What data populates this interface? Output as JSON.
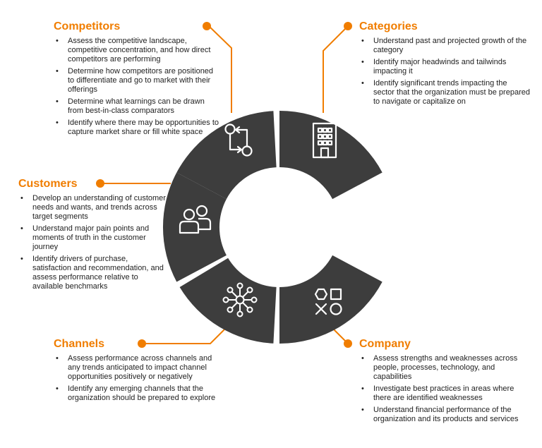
{
  "colors": {
    "accent": "#f07d00",
    "segment": "#3d3d3d",
    "icon": "#ffffff",
    "text": "#222222"
  },
  "sections": {
    "competitors": {
      "title": "Competitors",
      "icon": "flow-arrows-icon",
      "bullets": [
        "Assess the competitive landscape, competitive concentration, and how direct competitors are performing",
        "Determine how competitors are positioned to differentiate and go to market with their offerings",
        "Determine what learnings can be drawn from best-in-class comparators",
        "Identify where there may be opportunities to capture market share or fill white space"
      ]
    },
    "categories": {
      "title": "Categories",
      "icon": "office-building-icon",
      "bullets": [
        "Understand past and projected growth of the category",
        "Identify major headwinds and tailwinds impacting it",
        "Identify significant trends impacting the sector that the organization must be prepared to navigate or capitalize on"
      ]
    },
    "customers": {
      "title": "Customers",
      "icon": "people-icon",
      "bullets": [
        "Develop an understanding of customer needs and wants, and trends across target segments",
        "Understand major pain points and moments of truth in the customer journey",
        "Identify drivers of purchase, satisfaction and recommendation, and assess performance relative to available benchmarks"
      ]
    },
    "channels": {
      "title": "Channels",
      "icon": "network-hub-icon",
      "bullets": [
        "Assess performance across channels and any trends anticipated to impact channel opportunities positively or negatively",
        "Identify any emerging channels that the organization should be prepared to explore"
      ]
    },
    "company": {
      "title": "Company",
      "icon": "shapes-icon",
      "bullets": [
        "Assess strengths and weaknesses across people, processes, technology, and capabilities",
        "Investigate best practices in areas where there are identified weaknesses",
        "Understand financial performance of the organization and its products and services"
      ]
    }
  }
}
